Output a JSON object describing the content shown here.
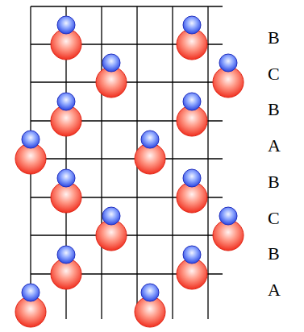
{
  "diagram": {
    "labels": [
      "B",
      "C",
      "B",
      "A",
      "B",
      "C",
      "B",
      "A"
    ]
  }
}
